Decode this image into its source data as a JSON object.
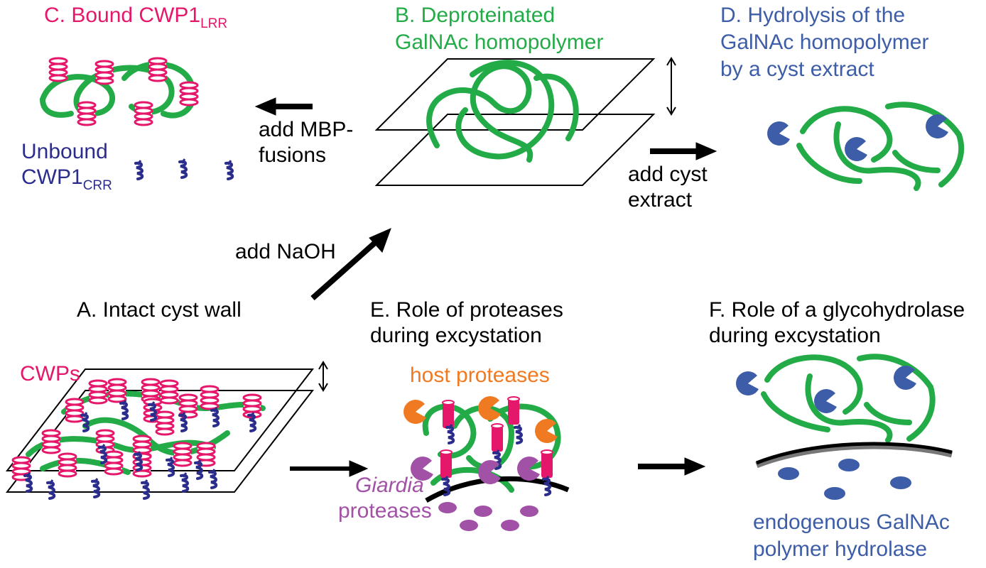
{
  "colors": {
    "cwp": "#e5176a",
    "cwp1crr": "#2b2d8c",
    "polymer": "#23ab47",
    "hydrolase": "#3d5da8",
    "host_protease": "#f07a22",
    "giardia_protease": "#a252a6",
    "arrow": "#000000",
    "membrane": "#000000",
    "label_black": "#000000"
  },
  "icons": {
    "cwp": "stacked-disc-icon",
    "cwp1crr": "coiled-helix-icon",
    "hydrolase": "pacman-enzyme-icon",
    "protease": "pacman-enzyme-icon",
    "membrane": "curved-membrane-icon"
  },
  "panel_a": {
    "title": "A. Intact cyst wall",
    "cwps_label": "CWPs"
  },
  "panel_b": {
    "title_line1": "B. Deproteinated",
    "title_line2": "GalNAc homopolymer"
  },
  "panel_c": {
    "title": "C. Bound CWP1",
    "title_sub": "LRR",
    "unbound_line1": "Unbound",
    "unbound_line2": "CWP1",
    "unbound_sub": "CRR"
  },
  "panel_d": {
    "title_line1": "D. Hydrolysis of the",
    "title_line2": "GalNAc homopolymer",
    "title_line3": "by a cyst extract"
  },
  "panel_e": {
    "title_line1": "E. Role of proteases",
    "title_line2": "during excystation",
    "host_label": "host proteases",
    "giardia_label_italic": "Giardia",
    "giardia_label_line2": "proteases"
  },
  "panel_f": {
    "title_line1": "F. Role of a glycohydrolase",
    "title_line2": "during excystation",
    "hydrolase_line1": "endogenous GalNAc",
    "hydrolase_line2": "polymer hydrolase"
  },
  "arrows": {
    "naoh": "add NaOH",
    "mbp_line1": "add MBP-",
    "mbp_line2": "fusions",
    "cyst_line1": "add cyst",
    "cyst_line2": "extract"
  }
}
